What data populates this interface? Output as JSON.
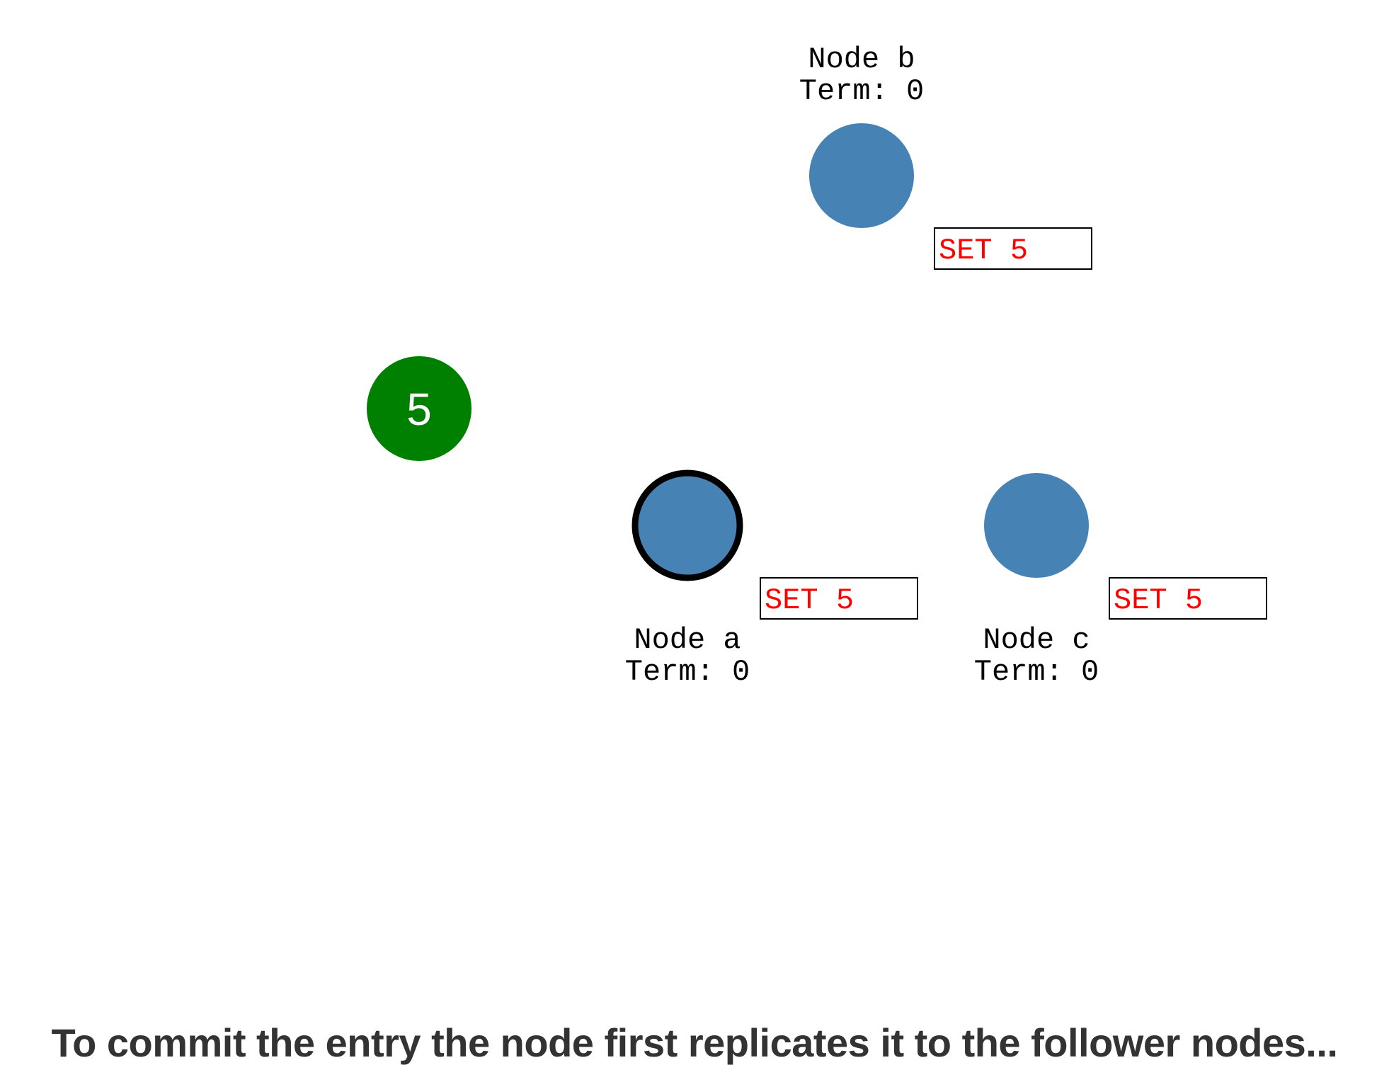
{
  "colors": {
    "node_fill": "#4682b4",
    "leader_stroke": "#000000",
    "value_fill": "#008000",
    "log_text": "#ff0000"
  },
  "nodes": [
    {
      "id": "a",
      "label": "Node a",
      "term": "Term: 0",
      "log": "SET 5",
      "leader": true
    },
    {
      "id": "b",
      "label": "Node b",
      "term": "Term: 0",
      "log": "SET 5",
      "leader": false
    },
    {
      "id": "c",
      "label": "Node c",
      "term": "Term: 0",
      "log": "SET 5",
      "leader": false
    }
  ],
  "client_value": "5",
  "caption": "To commit the entry the node first replicates it to the follower nodes..."
}
